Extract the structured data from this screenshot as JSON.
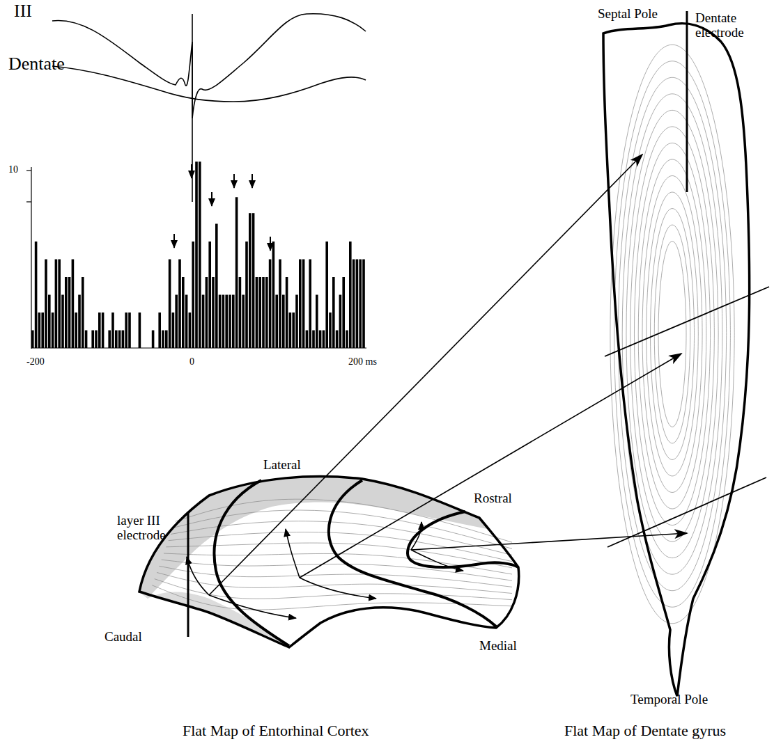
{
  "diagram": {
    "labels": [
      "III",
      "Dentate",
      "10",
      "-200",
      "0",
      "200 ms",
      "Septal Pole",
      "Dentate electrode",
      "Lateral",
      "Rostral",
      "layer III electrode",
      "Caudal",
      "Medial",
      "Temporal Pole",
      "Flat Map of Entorhinal Cortex",
      "Flat Map of Dentate gyrus"
    ]
  }
}
